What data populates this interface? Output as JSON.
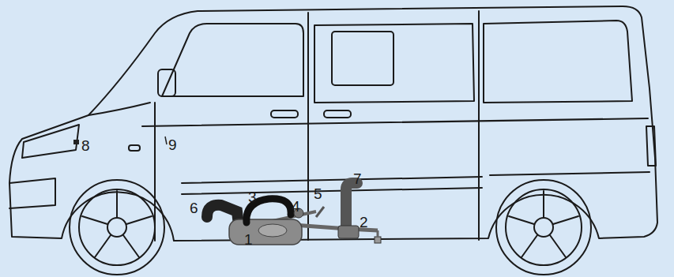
{
  "diagram": {
    "labels": [
      "8",
      "9",
      "6",
      "3",
      "4",
      "5",
      "7",
      "2",
      "1"
    ]
  }
}
